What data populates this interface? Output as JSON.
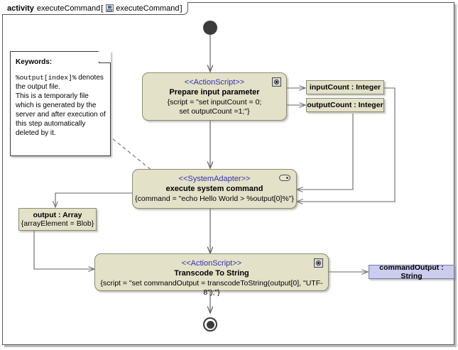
{
  "diagram": {
    "kind_label": "activity",
    "name": "executeCommand",
    "bracket_open": "[",
    "frame_icon": "activity-frame-icon",
    "qualified_name": "executeCommand",
    "bracket_close": "]"
  },
  "note": {
    "title": "Keywords:",
    "lines": [
      "%output[index]% denotes",
      "the output file.",
      "This is a temporarly file",
      "which is generated by the",
      "server and after execution of",
      "this step automatically",
      "deleted by it."
    ],
    "keyword_token": "%output[index]%",
    "keyword_rest": " denotes"
  },
  "nodes": {
    "prepare": {
      "stereotype": "<<ActionScript>>",
      "title": "Prepare input parameter",
      "body_lines": [
        "{script = \"set inputCount = 0;",
        "set outputCount =1;\"}"
      ],
      "icon": "script-icon"
    },
    "execute": {
      "stereotype": "<<SystemAdapter>>",
      "title": "execute system command",
      "body_lines": [
        "{command = \"echo Hello World > %output[0]%\"}"
      ],
      "icon": "adapter-icon"
    },
    "transcode": {
      "stereotype": "<<ActionScript>>",
      "title": "Transcode To String",
      "body_lines": [
        "{script = \"set commandOutput = transcodeToString(output[0], \"UTF-8\");\"}"
      ],
      "icon": "script-icon"
    }
  },
  "pins": {
    "input_count": {
      "label": "inputCount : Integer"
    },
    "output_count": {
      "label": "outputCount : Integer"
    },
    "output_array": {
      "label": "output : Array",
      "constraint": "{arrayElement = Blob}"
    },
    "command_output": {
      "label": "commandOutput : String"
    }
  },
  "control": {
    "initial_node": "initial-node",
    "final_node": "activity-final-node"
  },
  "colors": {
    "node_fill": "#e4e1c9",
    "node_border": "#8b8b72",
    "stereotype_text": "#3333aa",
    "lavender_fill": "#ccccee",
    "lavender_border": "#7777aa",
    "line": "#666666",
    "frame_border": "#555555"
  }
}
